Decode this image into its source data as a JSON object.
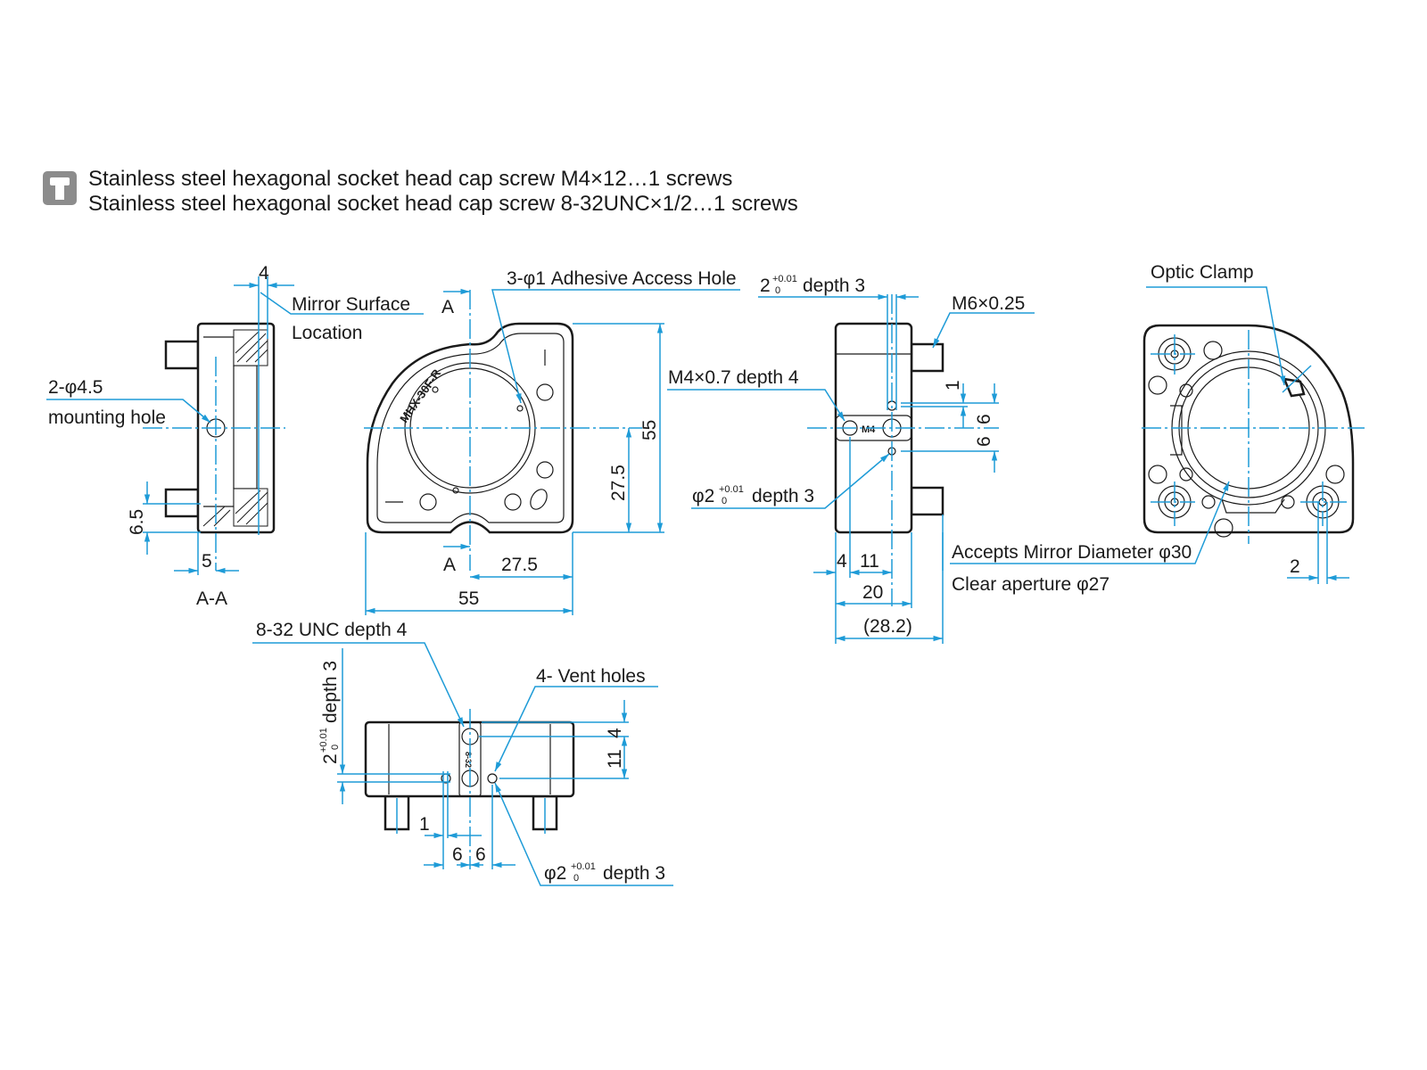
{
  "notes": {
    "line1": "Stainless steel hexagonal socket head cap screw M4×12…1 screws",
    "line2": "Stainless steel hexagonal socket head cap screw 8-32UNC×1/2…1 screws",
    "icon": "screw-icon",
    "icon_color": "#8c8c8c"
  },
  "colors": {
    "dimension": "#1e9bd7",
    "outline": "#1a1a1a"
  },
  "section_view": {
    "dim_top": "4",
    "mirror_surface": "Mirror Surface",
    "location": "Location",
    "mounting_hole_1": "2-φ4.5",
    "mounting_hole_2": "mounting hole",
    "dim_6_5": "6.5",
    "dim_5": "5",
    "label": "A-A"
  },
  "front_view": {
    "access_hole": "3-φ1 Adhesive Access Hole",
    "section_mark_top": "A",
    "section_mark_bottom": "A",
    "model_text": "MHX-30F-R",
    "dim_height": "55",
    "dim_half_height": "27.5",
    "dim_half_width": "27.5",
    "dim_width": "55"
  },
  "side_view": {
    "hole_top": {
      "base": "2",
      "tol_upper": "+0.01",
      "tol_lower": "0",
      "suffix": "depth 3"
    },
    "m6": "M6×0.25",
    "m4": "M4×0.7 depth 4",
    "m4_mark": "M4",
    "hole_bottom": {
      "base": "φ2",
      "tol_upper": "+0.01",
      "tol_lower": "0",
      "suffix": "depth 3"
    },
    "dim_1": "1",
    "dim_6_upper": "6",
    "dim_6_lower": "6",
    "dim_4": "4",
    "dim_11": "11",
    "dim_20": "20",
    "dim_28_2": "(28.2)"
  },
  "rear_view": {
    "optic_clamp": "Optic Clamp",
    "accepts_mirror": "Accepts Mirror Diameter φ30",
    "clear_aperture": "Clear aperture φ27",
    "dim_2": "2"
  },
  "bottom_view": {
    "unc": "8-32 UNC depth 4",
    "vent": "4- Vent holes",
    "unc_mark": "8-32",
    "hole_side": {
      "base": "2",
      "tol_upper": "+0.01",
      "tol_lower": "0",
      "suffix": "depth 3"
    },
    "hole_bottom": {
      "base": "φ2",
      "tol_upper": "+0.01",
      "tol_lower": "0",
      "suffix": "depth 3"
    },
    "dim_4": "4",
    "dim_11": "11",
    "dim_1": "1",
    "dim_6_left": "6",
    "dim_6_right": "6"
  }
}
